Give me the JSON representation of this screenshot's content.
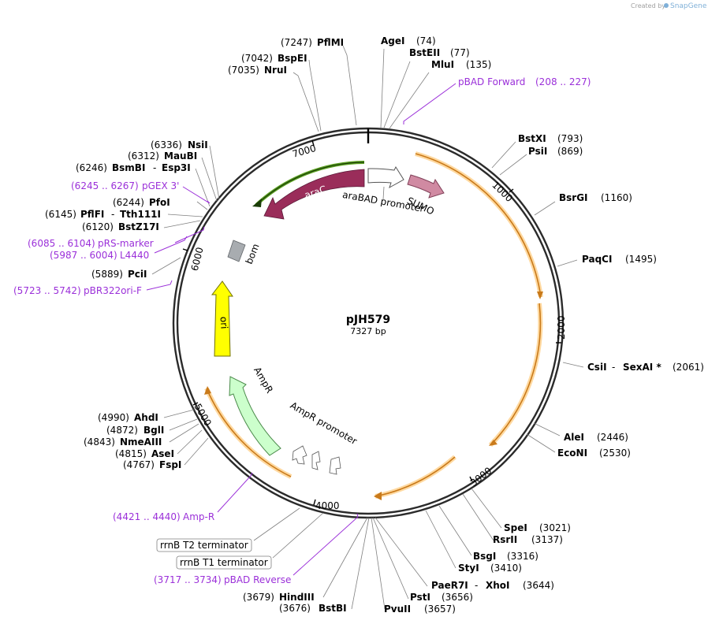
{
  "credit": {
    "text": "Created by",
    "brand": "SnapGene"
  },
  "plasmid": {
    "name": "pJH579",
    "size_label": "7327 bp"
  },
  "tick_labels": [
    "1000",
    "2000",
    "3000",
    "4000",
    "5000",
    "6000",
    "7000"
  ],
  "features": {
    "araC": "araC",
    "sumo": "SUMO",
    "araBAD": "araBAD promoter",
    "bom": "bom",
    "ori": "ori",
    "ampR": "AmpR",
    "ampRpromoter": "AmpR promoter"
  },
  "enzymes": [
    {
      "pos": "(7247)",
      "name": "PflMI"
    },
    {
      "pos": "(7042)",
      "name": "BspEI"
    },
    {
      "pos": "(7035)",
      "name": "NruI"
    },
    {
      "pos": "(74)",
      "name": "AgeI"
    },
    {
      "pos": "(77)",
      "name": "BstEII"
    },
    {
      "pos": "(135)",
      "name": "MluI"
    },
    {
      "pos": "(793)",
      "name": "BstXI"
    },
    {
      "pos": "(869)",
      "name": "PsiI"
    },
    {
      "pos": "(1160)",
      "name": "BsrGI"
    },
    {
      "pos": "(1495)",
      "name": "PaqCI"
    },
    {
      "pos": "(2061)",
      "name": "CsiI",
      "sep": "-",
      "name2": "SexAI *"
    },
    {
      "pos": "(2446)",
      "name": "AleI"
    },
    {
      "pos": "(2530)",
      "name": "EcoNI"
    },
    {
      "pos": "(3021)",
      "name": "SpeI"
    },
    {
      "pos": "(3137)",
      "name": "RsrII"
    },
    {
      "pos": "(3316)",
      "name": "BsgI"
    },
    {
      "pos": "(3410)",
      "name": "StyI"
    },
    {
      "pos": "(3644)",
      "name": "PaeR7I",
      "sep": "-",
      "name2": "XhoI"
    },
    {
      "pos": "(3656)",
      "name": "PstI"
    },
    {
      "pos": "(3657)",
      "name": "PvuII"
    },
    {
      "pos": "(3676)",
      "name": "BstBI"
    },
    {
      "pos": "(3679)",
      "name": "HindIII"
    },
    {
      "pos": "(6336)",
      "name": "NsiI"
    },
    {
      "pos": "(6312)",
      "name": "MauBI"
    },
    {
      "pos": "(6246)",
      "name": "BsmBI",
      "sep": "-",
      "name2": "Esp3I"
    },
    {
      "pos": "(6244)",
      "name": "PfoI"
    },
    {
      "pos": "(6145)",
      "name": "PflFI",
      "sep": "-",
      "name2": "Tth111I"
    },
    {
      "pos": "(6120)",
      "name": "BstZ17I"
    },
    {
      "pos": "(5889)",
      "name": "PciI"
    },
    {
      "pos": "(4990)",
      "name": "AhdI"
    },
    {
      "pos": "(4872)",
      "name": "BglI"
    },
    {
      "pos": "(4843)",
      "name": "NmeAIII"
    },
    {
      "pos": "(4815)",
      "name": "AseI"
    },
    {
      "pos": "(4767)",
      "name": "FspI"
    }
  ],
  "primers": [
    {
      "name": "pBAD Forward",
      "range": "(208 .. 227)"
    },
    {
      "name": "pGEX 3'",
      "range": "(6245 .. 6267)"
    },
    {
      "name": "pRS-marker",
      "range": "(6085 .. 6104)"
    },
    {
      "name": "L4440",
      "range": "(5987 .. 6004)"
    },
    {
      "name": "pBR322ori-F",
      "range": "(5723 .. 5742)"
    },
    {
      "name": "Amp-R",
      "range": "(4421 .. 4440)"
    },
    {
      "name": "pBAD Reverse",
      "range": "(3717 .. 3734)"
    }
  ],
  "terminators": [
    {
      "name": "rrnB T2 terminator"
    },
    {
      "name": "rrnB T1 terminator"
    }
  ],
  "colors": {
    "backbone": "#2b2b2b",
    "araC": "#9a2d5a",
    "araC_outline": "#5aa020",
    "sumo": "#d08aa2",
    "ori": "#ffff00",
    "ampR": "#ccffcc",
    "bom": "#a8acb0",
    "orf_arc": "#c97a1a",
    "orf_halo": "#ffd9a0",
    "primer": "#9b30d9"
  }
}
